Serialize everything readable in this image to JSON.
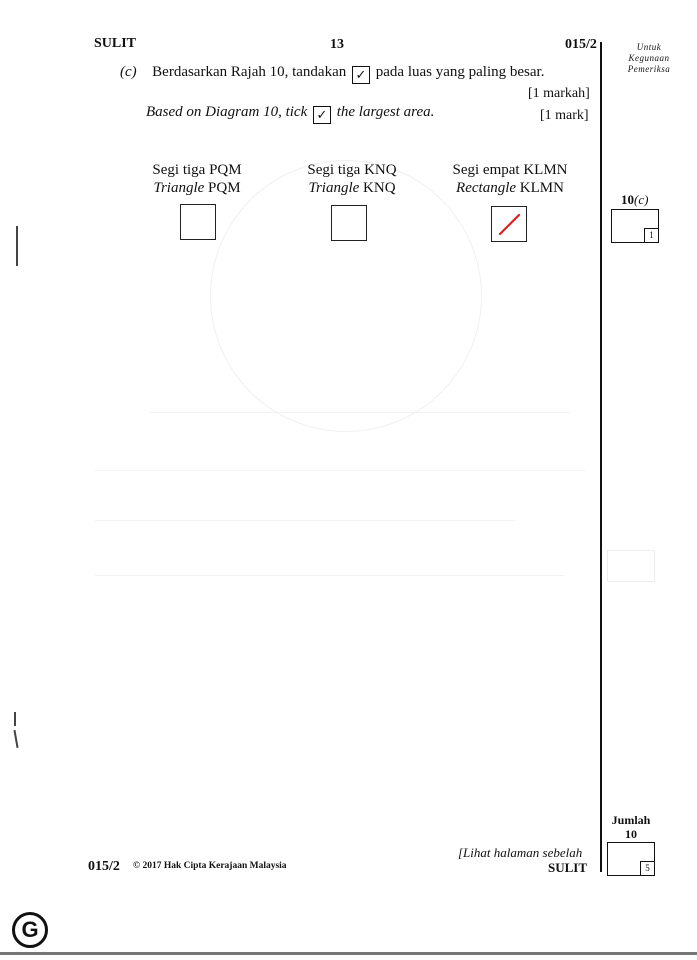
{
  "header": {
    "left": "SULIT",
    "page_number": "13",
    "code": "015/2"
  },
  "examiner_note": {
    "line1": "Untuk",
    "line2": "Kegunaan",
    "line3": "Pemeriksa"
  },
  "question": {
    "label": "(c)",
    "malay_text_before": "Berdasarkan Rajah 10, tandakan",
    "malay_text_after": "pada luas yang paling besar.",
    "malay_mark": "[1 markah]",
    "english_text_before": "Based on Diagram 10, tick",
    "english_text_after": "the largest area.",
    "english_mark": "[1 mark]",
    "tick_symbol": "✓"
  },
  "options": [
    {
      "malay": "Segi tiga PQM",
      "english_word": "Triangle",
      "english_name": "PQM",
      "checked": false
    },
    {
      "malay": "Segi tiga KNQ",
      "english_word": "Triangle",
      "english_name": "KNQ",
      "checked": false
    },
    {
      "malay": "Segi empat KLMN",
      "english_word": "Rectangle",
      "english_name": "KLMN",
      "checked": true
    }
  ],
  "score_side": {
    "label_num": "10",
    "label_part": "(c)",
    "mark": "1"
  },
  "total": {
    "label": "Jumlah",
    "number": "10",
    "mark": "5"
  },
  "footer": {
    "code": "015/2",
    "copyright": "© 2017 Hak Cipta Kerajaan Malaysia",
    "next_page": "[Lihat halaman sebelah",
    "sulit": "SULIT"
  },
  "logo_letter": "G",
  "colors": {
    "answer_mark": "#e02020",
    "ink": "#111111"
  }
}
